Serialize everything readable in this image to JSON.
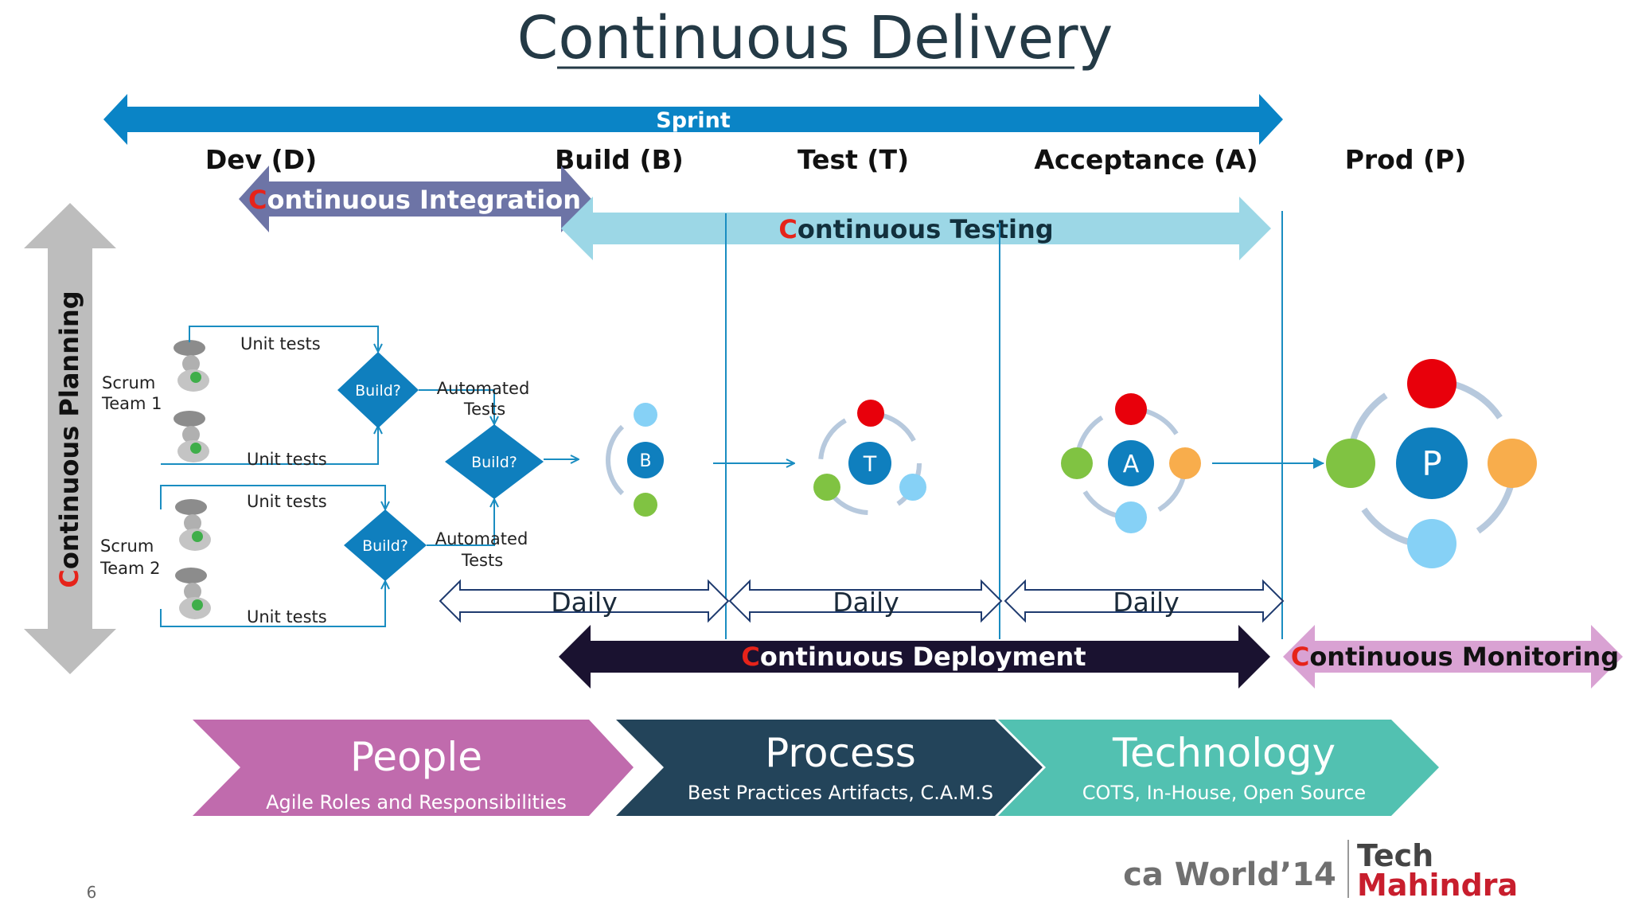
{
  "title": "Continuous Delivery",
  "sprint_label": "Sprint",
  "phases": {
    "dev": "Dev (D)",
    "build": "Build (B)",
    "test": "Test (T)",
    "acceptance": "Acceptance (A)",
    "prod": "Prod (P)"
  },
  "bands": {
    "integration": {
      "initial": "C",
      "rest": "ontinuous Integration"
    },
    "testing": {
      "initial": "C",
      "rest": "ontinuous Testing"
    },
    "deployment": {
      "initial": "C",
      "rest": "ontinuous Deployment"
    },
    "monitoring": {
      "initial": "C",
      "rest": "ontinuous Monitoring"
    },
    "planning": {
      "initial": "C",
      "rest": "ontinuous Planning"
    }
  },
  "teams": {
    "team1": {
      "line1": "Scrum",
      "line2": "Team 1"
    },
    "team2": {
      "line1": "Scrum",
      "line2": "Team 2"
    }
  },
  "unit_tests": "Unit tests",
  "build_question": "Build?",
  "automated_tests": {
    "line1": "Automated",
    "line2": "Tests"
  },
  "daily": "Daily",
  "nodes": {
    "build": "B",
    "test": "T",
    "acceptance": "A",
    "prod": "P"
  },
  "pillars": {
    "people": {
      "title": "People",
      "subtitle": "Agile Roles and Responsibilities"
    },
    "process": {
      "title": "Process",
      "subtitle": "Best Practices Artifacts, C.A.M.S"
    },
    "technology": {
      "title": "Technology",
      "subtitle": "COTS, In-House, Open Source"
    }
  },
  "footer": {
    "page_number": "6",
    "ca_world": "ca World’14",
    "tech": "Tech",
    "mahindra": "Mahindra"
  },
  "colors": {
    "title": "#243a46",
    "sprint": "#0a84c6",
    "integration": "#6d74a6",
    "testing": "#9cd7e6",
    "deployment": "#1a1230",
    "monitoring": "#d9a2d3",
    "planning": "#bdbdbd",
    "accent_red": "#e6231a",
    "flow_blue": "#1a8dc1",
    "node_blue": "#0f7fbe",
    "people": "#c06bad",
    "process": "#23445a",
    "technology": "#52c1b1",
    "mahindra_red": "#c81e2d"
  }
}
